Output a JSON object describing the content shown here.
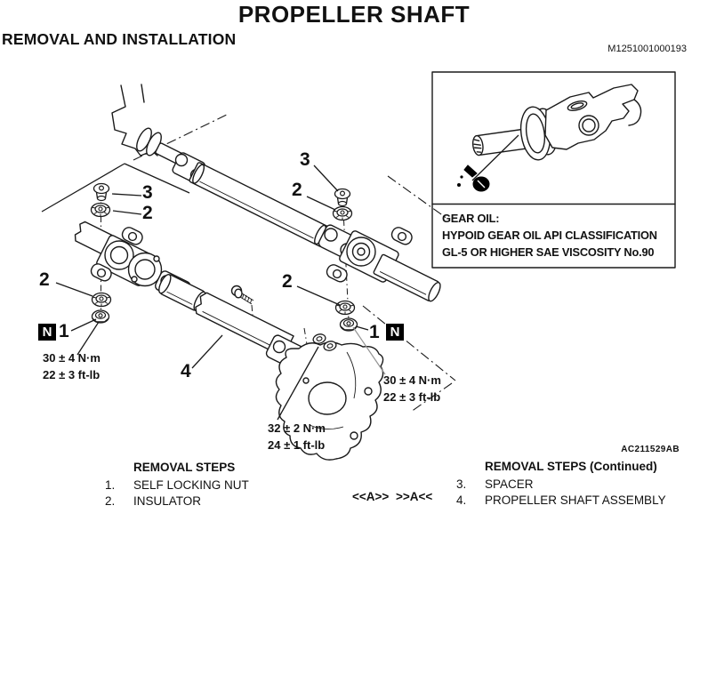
{
  "page": {
    "title": "PROPELLER SHAFT",
    "subtitle": "REMOVAL AND INSTALLATION",
    "doc_number": "M1251001000193",
    "figure_code": "AC211529AB"
  },
  "inset": {
    "caption_line1": "GEAR OIL:",
    "caption_line2": "HYPOID GEAR OIL API CLASSIFICATION",
    "caption_line3": "GL-5 OR HIGHER SAE VISCOSITY No.90"
  },
  "callouts": {
    "spacer_left": "3",
    "insulator_left_upper": "2",
    "insulator_left_lower": "2",
    "nut_left_num": "1",
    "nut_left_flag": "N",
    "spacer_mid": "3",
    "insulator_mid_upper": "2",
    "insulator_mid_lower": "2",
    "nut_right_num": "1",
    "nut_right_flag": "N",
    "shaft_assembly": "4"
  },
  "torque_labels": {
    "left": {
      "metric": "30 ± 4 N·m",
      "imperial": "22 ± 3 ft-lb"
    },
    "right": {
      "metric": "30 ± 4 N·m",
      "imperial": "22 ± 3 ft-lb"
    },
    "center": {
      "metric": "32 ± 2 N·m",
      "imperial": "24 ± 1 ft-lb"
    }
  },
  "legend": {
    "left": {
      "heading": "REMOVAL STEPS",
      "items": [
        {
          "num": "1.",
          "label": "SELF LOCKING NUT"
        },
        {
          "num": "2.",
          "label": "INSULATOR"
        }
      ]
    },
    "right": {
      "heading": "REMOVAL STEPS (Continued)",
      "items": [
        {
          "num": "3.",
          "label": "SPACER"
        },
        {
          "num": "4.",
          "label": "PROPELLER SHAFT ASSEMBLY"
        }
      ]
    },
    "marker_a_forward": "<<A>>",
    "marker_a_backward": ">>A<<"
  },
  "colors": {
    "ink": "#1a1a1a",
    "paper": "#ffffff",
    "flag_bg": "#000000"
  }
}
